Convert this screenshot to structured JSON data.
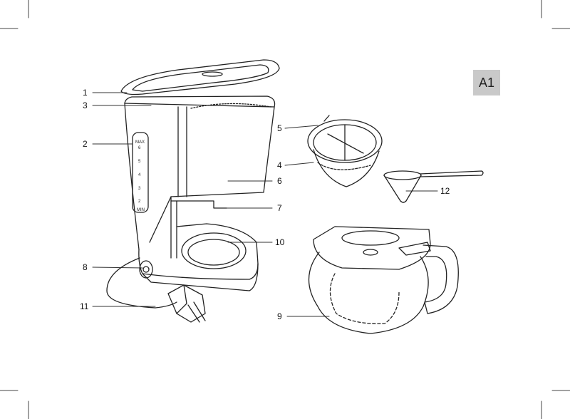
{
  "page_badge": "A1",
  "callouts": [
    {
      "id": "1",
      "label": "1"
    },
    {
      "id": "2",
      "label": "2"
    },
    {
      "id": "3",
      "label": "3"
    },
    {
      "id": "4",
      "label": "4"
    },
    {
      "id": "5",
      "label": "5"
    },
    {
      "id": "6",
      "label": "6"
    },
    {
      "id": "7",
      "label": "7"
    },
    {
      "id": "8",
      "label": "8"
    },
    {
      "id": "9",
      "label": "9"
    },
    {
      "id": "10",
      "label": "10"
    },
    {
      "id": "11",
      "label": "11"
    },
    {
      "id": "12",
      "label": "12"
    }
  ],
  "water_scale": {
    "max_label": "MAX",
    "marks": [
      "6",
      "5",
      "4",
      "3",
      "2"
    ],
    "min_label": "MIN"
  }
}
